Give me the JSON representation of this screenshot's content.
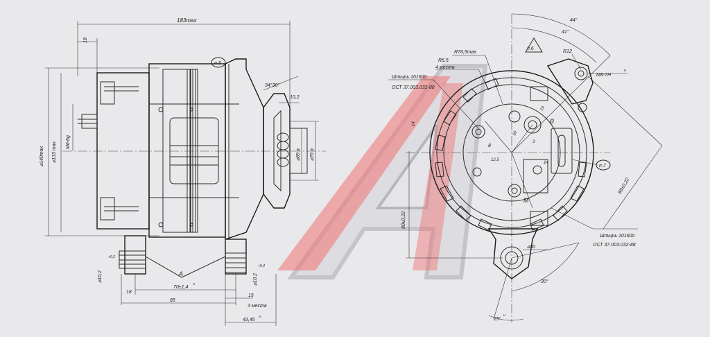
{
  "logo": {
    "letter": "А",
    "colors": {
      "outline": "#9a9aa3",
      "fill": "#f25c5c",
      "shade": "#cfcfd4"
    }
  },
  "side_view": {
    "dims": {
      "overall_length": "183max",
      "front_offset": "18",
      "dia_housing": "⌀140max",
      "dia_rear": "⌀133 max",
      "thread": "M6-6g",
      "mount_hole": "⌀10,2",
      "mount_hole_tol": "+0,2",
      "mount_hole_tol2": "+0,4",
      "mount_span": "70±1,4",
      "mount_span_sup": "н",
      "base_offset": "18",
      "base_len": "85",
      "width_15": "15",
      "places": "3 места",
      "rear_len": "43,45",
      "rear_len_sup": "н",
      "pulley_angle": "34°30'",
      "pulley_width": "10,2",
      "pulley_dia_small": "⌀69 а",
      "pulley_dia_large": "⌀76 а",
      "section_label": "А",
      "note_tag": "п.8"
    }
  },
  "front_view": {
    "dims": {
      "angle_44": "44°",
      "angle_41": "41°",
      "note_tag_6": "п.6",
      "radius_12": "R12",
      "thread_m8": "M8-7H",
      "thread_m8_sup": "н",
      "radius_max": "R76,5max",
      "radius_6_5": "R6,5",
      "places_4": "4 места",
      "stud_1_name": "Штырь  101600",
      "stud_1_std": "ОСТ  37.003.032-88",
      "dim_14": "14",
      "dim_30": "30",
      "dim_3": "3",
      "dim_8": "8",
      "label_B": "В",
      "label_M": "М",
      "dim_12_5": "12,5",
      "dim_19": "19",
      "note_tag_7": "п.7",
      "dist_88": "88±0,22",
      "dist_80": "80±0,22",
      "dia_30": "⌀30",
      "stud_2_name": "Штырь  101600",
      "stud_2_std": "ОСТ  37.003.032-88",
      "angle_30": "30°",
      "angle_25": "25°",
      "angle_25_sup": "н"
    }
  }
}
